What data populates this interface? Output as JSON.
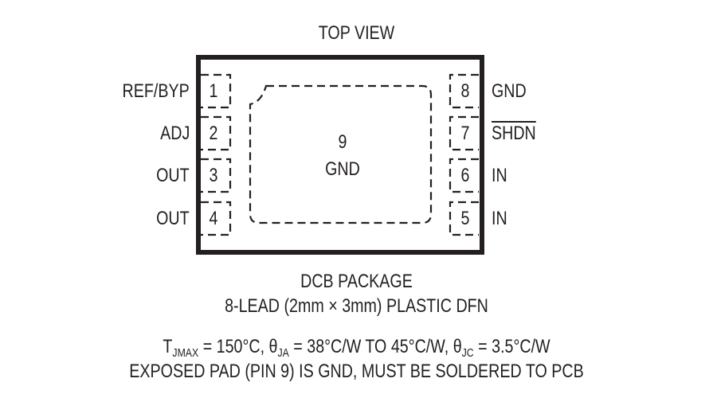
{
  "diagram": {
    "title": "TOP VIEW",
    "package_name": "DCB PACKAGE",
    "package_desc": "8-LEAD (2mm × 3mm) PLASTIC DFN",
    "exposed_pad": {
      "number": "9",
      "label": "GND"
    },
    "pins_left": [
      {
        "number": "1",
        "label": "REF/BYP"
      },
      {
        "number": "2",
        "label": "ADJ"
      },
      {
        "number": "3",
        "label": "OUT"
      },
      {
        "number": "4",
        "label": "OUT"
      }
    ],
    "pins_right": [
      {
        "number": "8",
        "label": "GND",
        "overline": false
      },
      {
        "number": "7",
        "label": "SHDN",
        "overline": true
      },
      {
        "number": "6",
        "label": "IN",
        "overline": false
      },
      {
        "number": "5",
        "label": "IN",
        "overline": false
      }
    ],
    "notes": {
      "thermal": {
        "tjmax_sym": "T",
        "tjmax_sub": "JMAX",
        "tjmax_val": " = 150°C, ",
        "theta_ja_sym": "θ",
        "theta_ja_sub": "JA",
        "theta_ja_val": " = 38°C/W TO 45°C/W, ",
        "theta_jc_sym": "θ",
        "theta_jc_sub": "JC",
        "theta_jc_val": " = 3.5°C/W"
      },
      "exposed_pad_note": "EXPOSED PAD (PIN 9) IS GND, MUST BE SOLDERED TO PCB"
    },
    "colors": {
      "ink": "#231f20",
      "background": "#ffffff"
    }
  }
}
